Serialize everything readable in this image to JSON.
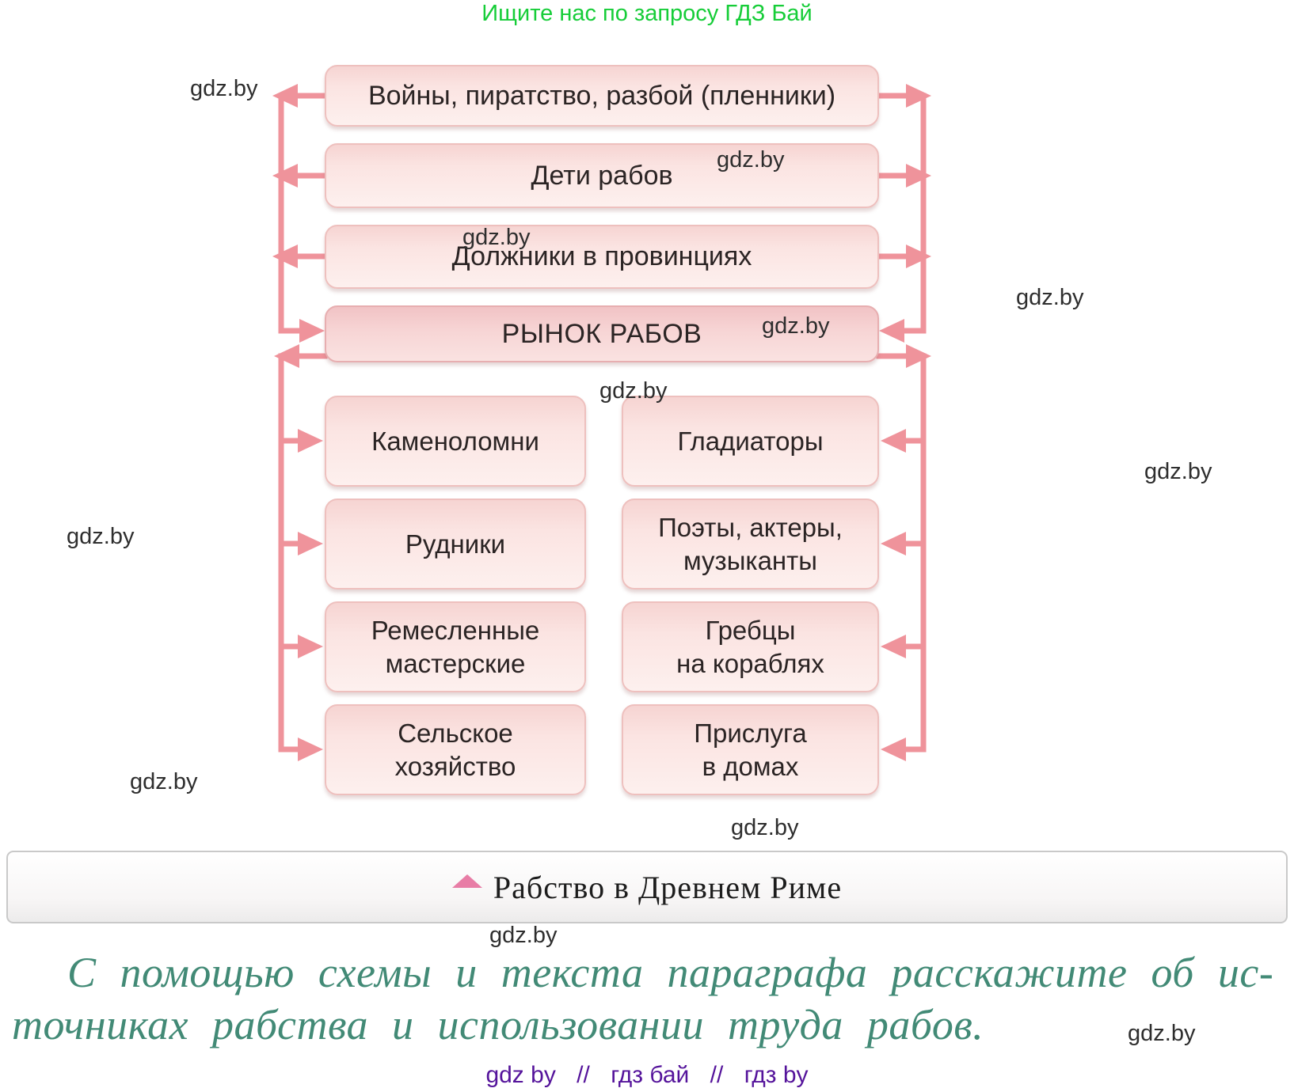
{
  "promo_banner": {
    "text": "Ищите нас по запросу ГДЗ Бай",
    "color": "#16cd38"
  },
  "watermark": {
    "text": "gdz.by"
  },
  "diagram": {
    "arrow_color": "#ef939b",
    "box_fill": "#fbe4e2",
    "market_fill": "#f7d5d5",
    "source_boxes": [
      {
        "label": "Войны, пиратство, разбой (пленники)"
      },
      {
        "label": "Дети рабов"
      },
      {
        "label": "Должники в провинциях"
      }
    ],
    "market_box": {
      "label": "РЫНОК РАБОВ"
    },
    "use_boxes_left": [
      {
        "label": "Каменоломни"
      },
      {
        "label": "Рудники"
      },
      {
        "label": "Ремесленные\nмастерские"
      },
      {
        "label": "Сельское\nхозяйство"
      }
    ],
    "use_boxes_right": [
      {
        "label": "Гладиаторы"
      },
      {
        "label": "Поэты, актеры,\nмузыканты"
      },
      {
        "label": "Гребцы\nна кораблях"
      },
      {
        "label": "Прислуга\nв домах"
      }
    ]
  },
  "caption_bar": {
    "title": "Рабство в Древнем Риме",
    "marker_color": "#e87da6"
  },
  "task": {
    "line1": "С помощью схемы и текста параграфа расскажите об ис-",
    "line2": "точниках рабства и использовании труда рабов.",
    "color": "#428a76"
  },
  "footer": {
    "items": [
      "gdz by",
      "гдз бай",
      "гдз by"
    ],
    "separator": "//",
    "color": "#55149b"
  }
}
